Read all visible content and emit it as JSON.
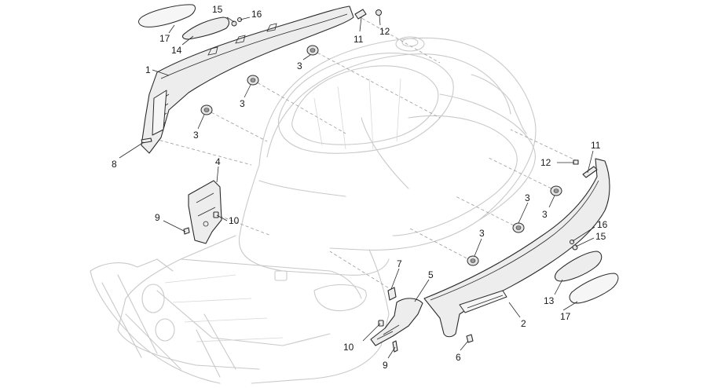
{
  "callouts": [
    {
      "id": "c1",
      "text": "1"
    },
    {
      "id": "c2",
      "text": "2"
    },
    {
      "id": "c3a",
      "text": "3"
    },
    {
      "id": "c3b",
      "text": "3"
    },
    {
      "id": "c3c",
      "text": "3"
    },
    {
      "id": "c3d",
      "text": "3"
    },
    {
      "id": "c3e",
      "text": "3"
    },
    {
      "id": "c3f",
      "text": "3"
    },
    {
      "id": "c4",
      "text": "4"
    },
    {
      "id": "c5",
      "text": "5"
    },
    {
      "id": "c6",
      "text": "6"
    },
    {
      "id": "c7",
      "text": "7"
    },
    {
      "id": "c8",
      "text": "8"
    },
    {
      "id": "c9a",
      "text": "9"
    },
    {
      "id": "c9b",
      "text": "9"
    },
    {
      "id": "c10a",
      "text": "10"
    },
    {
      "id": "c10b",
      "text": "10"
    },
    {
      "id": "c11a",
      "text": "11"
    },
    {
      "id": "c11b",
      "text": "11"
    },
    {
      "id": "c12a",
      "text": "12"
    },
    {
      "id": "c12b",
      "text": "12"
    },
    {
      "id": "c13",
      "text": "13"
    },
    {
      "id": "c14",
      "text": "14"
    },
    {
      "id": "c15a",
      "text": "15"
    },
    {
      "id": "c15b",
      "text": "15"
    },
    {
      "id": "c16a",
      "text": "16"
    },
    {
      "id": "c16b",
      "text": "16"
    },
    {
      "id": "c17a",
      "text": "17"
    },
    {
      "id": "c17b",
      "text": "17"
    }
  ]
}
